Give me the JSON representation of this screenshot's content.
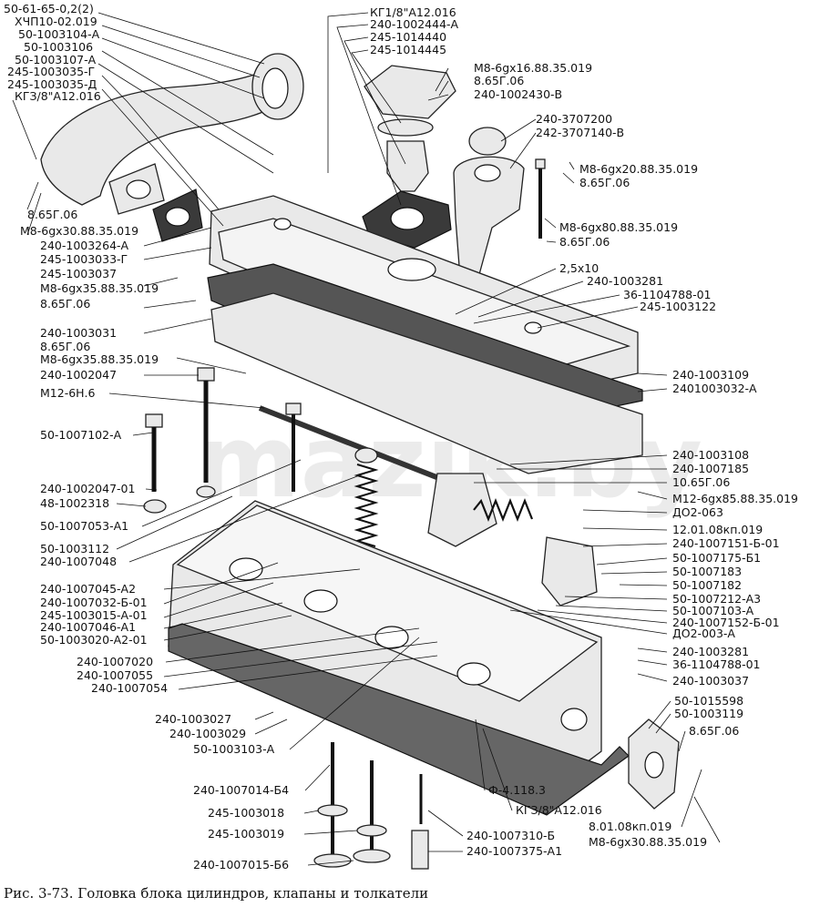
{
  "caption": "Рис. 3-73. Головка блока цилиндров, клапаны и толкатели",
  "watermark": "mazik.by",
  "colors": {
    "ink": "#111111",
    "part_fill": "#e9e9e9",
    "gasket": "#3a3a3a"
  },
  "labels_left": [
    "50-61-65-0,2(2)",
    "ХЧП10-02.019",
    "50-1003104-А",
    "50-1003106",
    "50-1003107-А",
    "245-1003035-Г",
    "245-1003035-Д",
    "КГЗ/8\"А12.016",
    "8.65Г.06",
    "М8-6gх30.88.35.019",
    "240-1003264-А",
    "245-1003033-Г",
    "245-1003037",
    "М8-6gх35.88.35.019",
    "8.65Г.06",
    "240-1003031",
    "8.65Г.06",
    "М8-6gх35.88.35.019",
    "240-1002047",
    "М12-6Н.6",
    "50-1007102-А",
    "240-1002047-01",
    "48-1002318",
    "50-1007053-А1",
    "50-1003112",
    "240-1007048",
    "240-1007045-А2",
    "240-1007032-Б-01",
    "245-1003015-А-01",
    "240-1007046-А1",
    "50-1003020-А2-01",
    "240-1007020",
    "240-1007055",
    "240-1007054",
    "240-1003027",
    "240-1003029",
    "50-1003103-А",
    "240-1007014-Б4",
    "245-1003018",
    "245-1003019",
    "240-1007015-Б6"
  ],
  "labels_top": [
    "КГ1/8\"А12.016",
    "240-1002444-А",
    "245-1014440",
    "245-1014445"
  ],
  "labels_right": [
    "М8-6gх16.88.35.019",
    "8.65Г.06",
    "240-1002430-В",
    "240-3707200",
    "242-3707140-В",
    "М8-6gх20.88.35.019",
    "8.65Г.06",
    "М8-6gх80.88.35.019",
    "8.65Г.06",
    "2,5х10",
    "240-1003281",
    "36-1104788-01",
    "245-1003122",
    "240-1003109",
    "2401003032-А",
    "240-1003108",
    "240-1007185",
    "10.65Г.06",
    "М12-6gх85.88.35.019",
    "ДО2-063",
    "12.01.08кп.019",
    "240-1007151-Б-01",
    "50-1007175-Б1",
    "50-1007183",
    "50-1007182",
    "50-1007212-А3",
    "50-1007103-А",
    "240-1007152-Б-01",
    "ДО2-003-А",
    "240-1003281",
    "36-1104788-01",
    "240-1003037",
    "50-1015598",
    "50-1003119",
    "8.65Г.06",
    "8.01.08кп.019",
    "М8-6gх30.88.35.019"
  ],
  "labels_bottom": [
    "Ф-4.118.3",
    "КГЗ/8\"А12.016",
    "240-1007310-Б",
    "240-1007375-А1"
  ]
}
